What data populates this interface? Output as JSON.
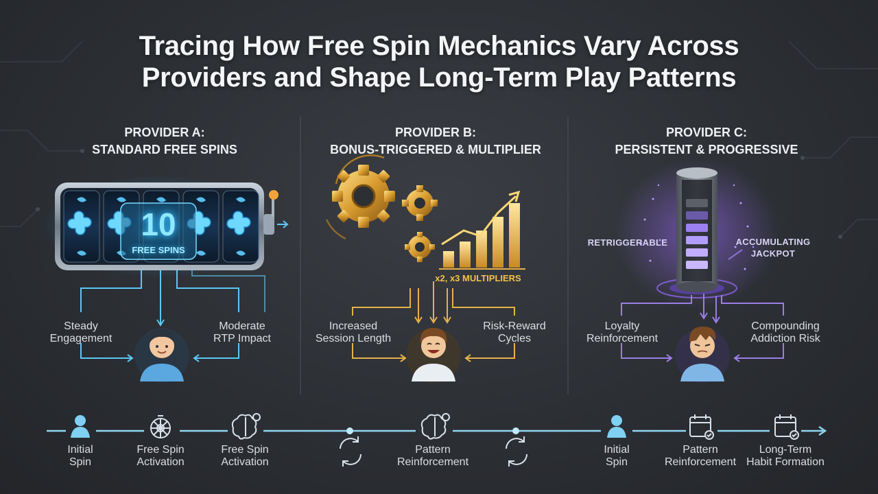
{
  "title": {
    "line1": "Tracing How Free Spin Mechanics Vary Across",
    "line2": "Providers and Shape Long-Term Play Patterns"
  },
  "providers": [
    {
      "heading1": "PROVIDER A:",
      "heading2": "STANDARD FREE SPINS",
      "badge_number": "10",
      "badge_text": "FREE SPINS",
      "left_label": [
        "Steady",
        "Engagement"
      ],
      "right_label": [
        "Moderate",
        "RTP Impact"
      ],
      "accent": "#5cc8f5"
    },
    {
      "heading1": "PROVIDER B:",
      "heading2": "BONUS-TRIGGERED & MULTIPLIER",
      "multiplier_text": "x2, x3 MULTIPLIERS",
      "left_label": [
        "Increased",
        "Session Length"
      ],
      "right_label": [
        "Risk-Reward",
        "Cycles"
      ],
      "accent": "#e6b24a"
    },
    {
      "heading1": "PROVIDER C:",
      "heading2": "PERSISTENT & PROGRESSIVE",
      "tag_left": "RETRIGGERABLE",
      "tag_right": [
        "ACCUMULATING",
        "JACKPOT"
      ],
      "left_label": [
        "Loyalty",
        "Reinforcement"
      ],
      "right_label": [
        "Compounding",
        "Addiction Risk"
      ],
      "accent": "#9b7ee8"
    }
  ],
  "timeline": [
    {
      "icon": "person-icon",
      "label": [
        "Initial",
        "Spin"
      ]
    },
    {
      "icon": "spin-wheel-icon",
      "label": [
        "Free Spin",
        "Activation"
      ]
    },
    {
      "icon": "brain-gear-icon",
      "label": [
        "Free Spin",
        "Activation"
      ]
    },
    {
      "icon": "cycle-icon",
      "label": [
        "",
        ""
      ]
    },
    {
      "icon": "brain-gear-icon",
      "label": [
        "Pattern",
        "Reinforcement"
      ]
    },
    {
      "icon": "cycle-icon",
      "label": [
        "",
        ""
      ]
    },
    {
      "icon": "person-icon",
      "label": [
        "Initial",
        "Spin"
      ]
    },
    {
      "icon": "calendar-icon",
      "label": [
        "Pattern",
        "Reinforcement"
      ]
    },
    {
      "icon": "calendar-icon",
      "label": [
        "Long-Term",
        "Habit Formation"
      ]
    }
  ],
  "colors": {
    "background": "#2c2f34",
    "timeline_line": "#8fd6f2",
    "blue": "#5cc8f5",
    "gold": "#e6b24a",
    "purple": "#9b7ee8"
  }
}
